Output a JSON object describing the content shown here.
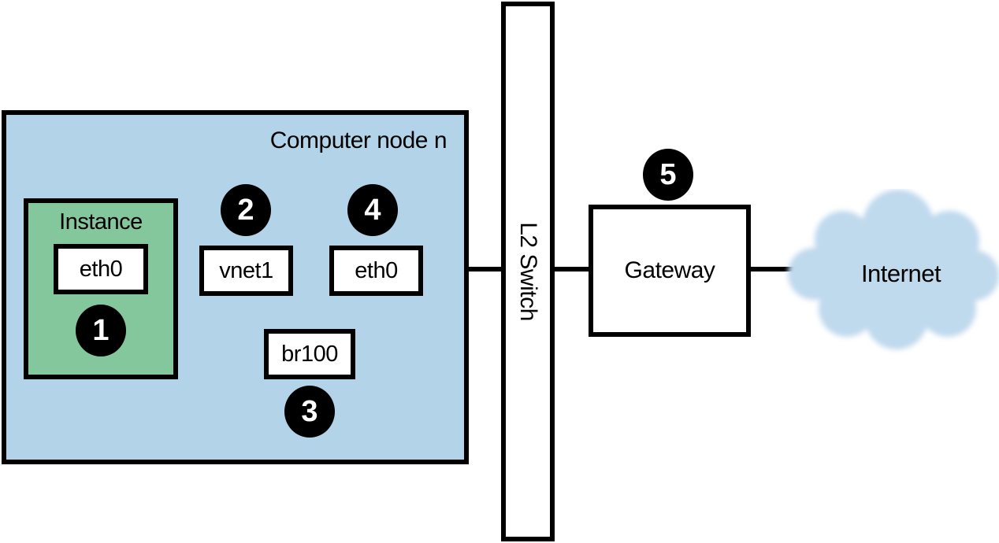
{
  "compute_node": {
    "label": "Computer node n"
  },
  "instance": {
    "label": "Instance",
    "eth0_label": "eth0",
    "badge": "1"
  },
  "vnet1": {
    "label": "vnet1",
    "badge": "2"
  },
  "br100": {
    "label": "br100",
    "badge": "3"
  },
  "host_eth0": {
    "label": "eth0",
    "badge": "4"
  },
  "l2_switch": {
    "label": "L2 Switch"
  },
  "gateway": {
    "label": "Gateway",
    "badge": "5"
  },
  "internet": {
    "label": "Internet"
  },
  "colors": {
    "node_fill": "#B2D3E8",
    "instance_fill": "#84C79C",
    "cloud_fill": "#BFD9ED",
    "box_fill": "#FFFFFF",
    "line": "#000000",
    "badge_fill": "#000000",
    "badge_text": "#FFFFFF",
    "text": "#000000"
  }
}
